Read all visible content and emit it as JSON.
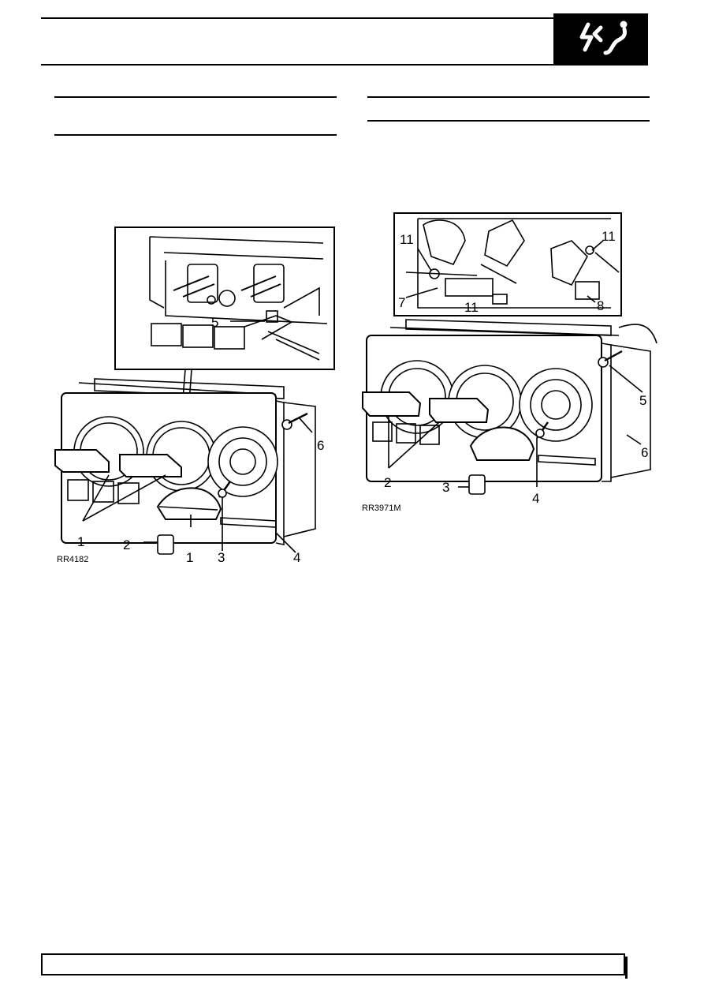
{
  "header": {
    "section_icon": "heater-ventilation-icon"
  },
  "left_figure": {
    "reference": "RR4182",
    "callouts": [
      "1",
      "1",
      "2",
      "3",
      "4",
      "5",
      "6"
    ]
  },
  "right_figure": {
    "reference": "RR3971M",
    "callouts": [
      "2",
      "3",
      "4",
      "5",
      "6",
      "7",
      "8",
      "11",
      "11",
      "11"
    ]
  }
}
